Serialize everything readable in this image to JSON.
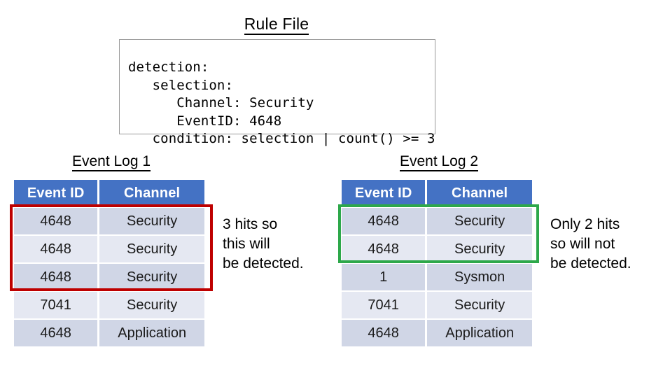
{
  "rule_file": {
    "title": "Rule File",
    "code": "detection:\n   selection:\n      Channel: Security\n      EventID: 4648\n   condition: selection | count() >= 3"
  },
  "logs": [
    {
      "title": "Event Log 1",
      "columns": [
        "Event ID",
        "Channel"
      ],
      "rows": [
        {
          "event_id": "4648",
          "channel": "Security"
        },
        {
          "event_id": "4648",
          "channel": "Security"
        },
        {
          "event_id": "4648",
          "channel": "Security"
        },
        {
          "event_id": "7041",
          "channel": "Security"
        },
        {
          "event_id": "4648",
          "channel": "Application"
        }
      ],
      "highlight": {
        "color": "#BE0000",
        "rows": 3
      },
      "annotation": "3 hits so\nthis will\nbe detected."
    },
    {
      "title": "Event Log 2",
      "columns": [
        "Event ID",
        "Channel"
      ],
      "rows": [
        {
          "event_id": "4648",
          "channel": "Security"
        },
        {
          "event_id": "4648",
          "channel": "Security"
        },
        {
          "event_id": "1",
          "channel": "Sysmon"
        },
        {
          "event_id": "7041",
          "channel": "Security"
        },
        {
          "event_id": "4648",
          "channel": "Application"
        }
      ],
      "highlight": {
        "color": "#2DA84A",
        "rows": 2
      },
      "annotation": "Only 2 hits\nso will not\nbe detected."
    }
  ],
  "colors": {
    "header_blue": "#4472C4",
    "row_dark": "#D0D6E6",
    "row_light": "#E5E8F2",
    "highlight_red": "#BE0000",
    "highlight_green": "#2DA84A",
    "box_border": "#9A9A9A"
  }
}
